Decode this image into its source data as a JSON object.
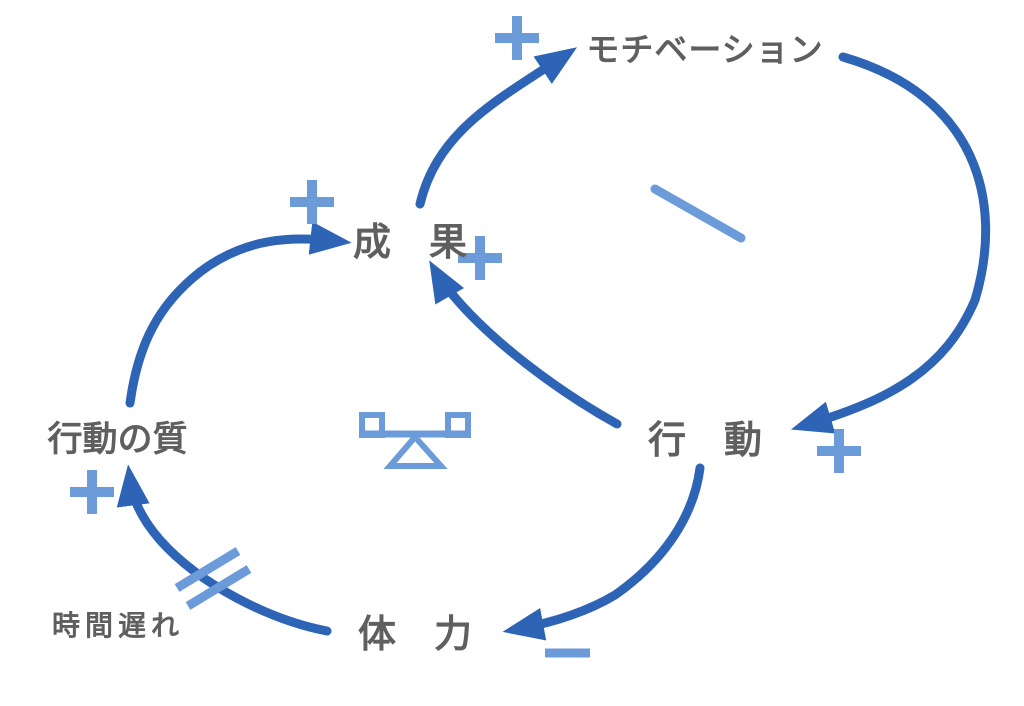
{
  "diagram_type": "causal-loop-diagram",
  "colors": {
    "arrow_dark_blue": "#2E64B5",
    "accent_light_blue": "#6C9BD9",
    "label_gray": "#5f5f5f",
    "node_background": "#ffffff"
  },
  "nodes": {
    "motivation": {
      "label": "モチベーション"
    },
    "seika": {
      "label": "成　果"
    },
    "koudou": {
      "label": "行　動"
    },
    "tairyoku": {
      "label": "体　力"
    },
    "koudou_no_shitsu": {
      "label": "行動の質"
    }
  },
  "annotations": {
    "delay": "時間遅れ"
  },
  "edges": [
    {
      "from": "seika",
      "to": "motivation",
      "polarity": "+"
    },
    {
      "from": "motivation",
      "to": "koudou",
      "polarity": "+"
    },
    {
      "from": "koudou",
      "to": "seika",
      "polarity": "+"
    },
    {
      "from": "koudou",
      "to": "tairyoku",
      "polarity": "−"
    },
    {
      "from": "tairyoku",
      "to": "koudou_no_shitsu",
      "polarity": "+",
      "delay_marks": true
    },
    {
      "from": "koudou_no_shitsu",
      "to": "seika",
      "polarity": "+"
    }
  ],
  "loop_markers": [
    {
      "type": "balance-scale",
      "location": "center"
    },
    {
      "type": "diagonal-line",
      "location": "right-loop"
    }
  ]
}
